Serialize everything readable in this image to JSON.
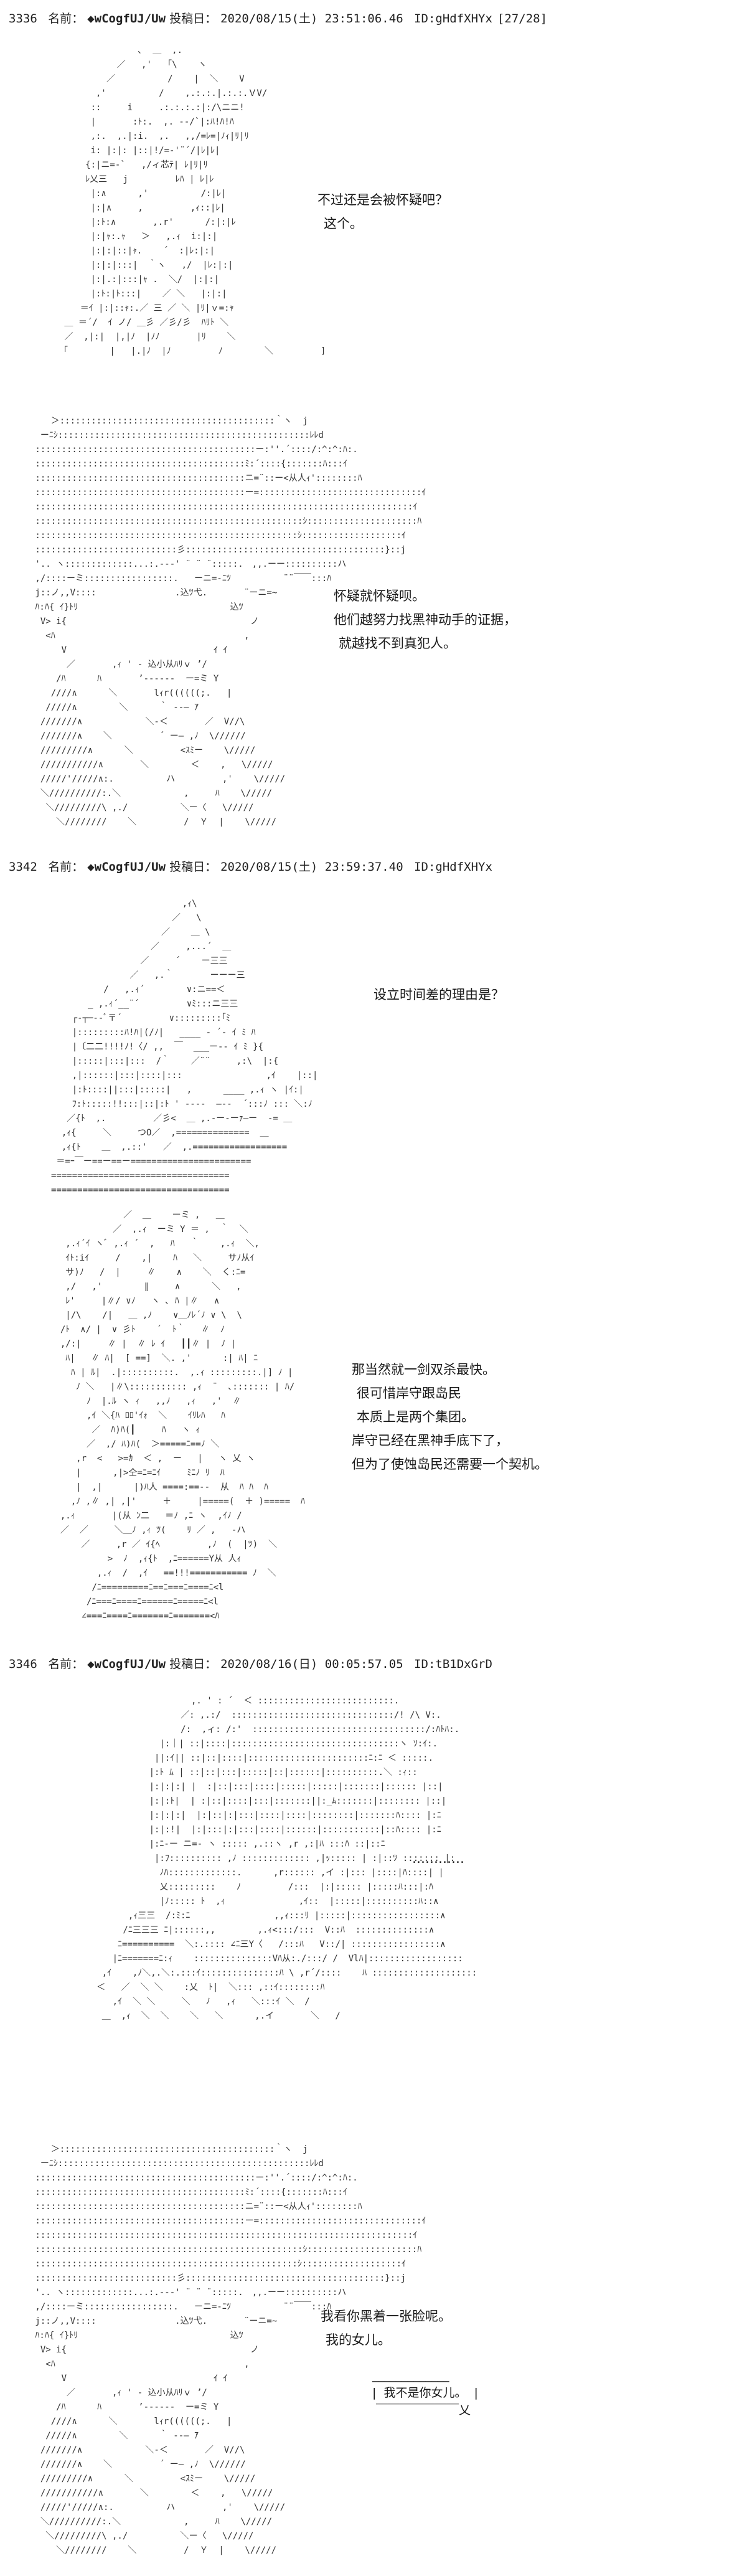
{
  "posts": [
    {
      "number": "3336",
      "name_label": "名前：",
      "name": "◆wCogfUJ/Uw",
      "date_label": "投稿日：",
      "date": "2020/08/15(土) 23:51:06.46",
      "id": "ID:gHdfXHYx",
      "counter": "[27/28]"
    },
    {
      "number": "3342",
      "name_label": "名前：",
      "name": "◆wCogfUJ/Uw",
      "date_label": "投稿日：",
      "date": "2020/08/15(土) 23:59:37.40",
      "id": "ID:gHdfXHYx",
      "counter": ""
    },
    {
      "number": "3346",
      "name_label": "名前：",
      "name": "◆wCogfUJ/Uw",
      "date_label": "投稿日：",
      "date": "2020/08/16(日) 00:05:57.05",
      "id": "ID:tB1DxGrD",
      "counter": ""
    }
  ],
  "dialogues": {
    "d1": [
      "不过还是会被怀疑吧？",
      "这个。"
    ],
    "d2": [
      "怀疑就怀疑呗。",
      "他们越努力找黑神动手的证据，",
      "就越找不到真犯人。"
    ],
    "d3": [
      "设立时间差的理由是？"
    ],
    "d4": [
      "那当然就一剑双杀最快。",
      "很可惜岸守跟岛民",
      "本质上是两个集团。",
      "岸守已经在黑神手底下了，",
      "但为了使蚀岛民还需要一个契机。"
    ],
    "d5": [
      "…………"
    ],
    "d6": [
      "我看你黑着一张脸呢。",
      "我的女儿。"
    ],
    "bubble": "_____________\n|  我不是你女儿。  |\n ￣￣￣￣￣￣￣乂"
  },
  "ascii_art": {
    "a1": "               ､  ＿  ,.\n           ／   ,'   ｢\\    ヽ\n         ／          /    |  ＼    V\n       ,'          /    ,.:.:.|.:.:.ＶV/\n      ::     i     .:.:.:.:|:/\\ニニ!\n      |       :ﾄ:.  ,. -‐/`|:ﾊ!ﾊ!ﾊ\n      ,:.  ,.|:i.  ,.   ,,/=ﾚ=|ﾉｨ|ﾘ|ﾘ\n      i: |:|: |::|!/=‐'¨´/|ﾚ|ﾚ|\n     {:|ニ=-`   ,/ィ芯ﾃ| ﾚ|ﾘ|ﾘ\n     ﾚ乂三   j         ﾚﾊ | ﾚ|ﾚ\n      |:∧      ,'          /:|ﾚ|\n      |:|∧     ,         ,ｨ::|ﾚ|\n      |:ﾄ:∧       ,.r'      /:|:|ﾚ\n      |:|ｬ:.ｬ   ＞   ,.ｨ  i:|:|\n      |:|:|::|ｬ.    ´  :|ﾚ:|:|\n      |:|:|:::|  ｀ヽ   ,/  |ﾚ:|:|\n      |:|.:|:::|ｬ .  ＼/  |:|:|\n      |:ﾄ:|ﾄ:::|    ／ ＼   |:|:|\n    ＝ｲ |:|::ｬ:.／ 三 ／ ＼ |ﾘ|ｖ=:ｬ\n ＿ ＝´/  ｲ ノ/ ＿彡 ／彡/彡  ﾊﾘﾄ ＼\n ／  ,|:|  |,|ﾉ  |ﾉﾉ       |ﾘ    ＼\n「        |   |.|ﾉ  |ﾉ         ﾉ        ＼         ]",
    "a2": "    ＞:::::::::::::::::::::::::::::::::::::::::｀ヽ  j\n  ーﾆｼ::::::::::::::::::::::::::::::::::::::::::::::::ﾚﾚd\n ::::::::::::::::::::::::::::::::::::::::::ー:''.´::::/:^:^:ﾊ:.\n ::::::::::::::::::::::::::::::::::::::::ﾐ:´::::{:::::::ﾊ:::ｲ\n ::::::::::::::::::::::::::::::::::::::::ニ=¨::ー<从人ｨ'::::::::ﾊ\n ::::::::::::::::::::::::::::::::::::::::ー=:::::::::::::::::::::::::::::::ｲ\n ::::::::::::::::::::::::::::::::::::::::::::::::::::::::::::::::::::::::ｲ\n :::::::::::::::::::::::::::::::::::::::::::::::::::ｼ:::::::::::::::::::::ﾊ\n ::::::::::::::::::::::::::::::::::::::::::::::::::ｼ:::::::::::::::::::ｲ\n :::::::::::::::::::::::::::彡::::::::::::::::::::::::::::::::::::::}::j\n '.. ヽ:::::::::::::...:.‐-‐' ¨ ¨ ¨:::::.　,,.ーー::::::::::ハ\n ,/::::ーミ:::::::::::::::::.   ーニ=-ﾆﾂ          ¨¨￣￣:::ﾊ\n j::ノ,,V::::               .込ﾂ弋.       ¨ーニ=~\n ﾊ:ﾊ{ ｲ}ﾄﾘ                             込ﾂ\n  V> i{                                   ノ\n   <ﾊ                                    ,\n      V                            ｲ ｲ\n       ／       ,ｨ ' ‐ 込小从ﾊﾘｖ ’/\n     /ﾊ      ﾊ       ’‐‐‐--‐  ー=ミ Y\n    ////∧      ＼       lｨr((((((;.   |\n   /////∧        ＼      ｀ ‐-― ｱ\n  ///////∧            ＼-＜       ／  V//\\\n  ///////∧    ＼         ´ ー― ,ﾉ  \\//////\n  /////////∧      ＼         <ｽﾐー    \\/////\n  ///////////∧       ＼        ＜    ,   \\/////\n  /////'/////∧:.          ハ         ,'    \\/////\n  ＼//////////:.＼            ,     ﾊ    \\/////\n   ＼/////////\\ ,./          ＼ー〈   \\/////\n     ＼////////    ＼         /  Ｙ  |    \\/////",
    "a3": "                         ,ｨ\\\n                       ／   \\\n                     ／    ＿ \\\n                   ／     ,...´  ＿\n                 ／     ´    ー三三\n               ／   ,.｀       ーーー三\n          /   ,.ｨ´        ∨:ニ==＜\n       _ ,.ｨ´__¨´         ∨ﾐ:::ニ三三\n    ┌‐┬─‐‐ﾟ〒´         ∨:::::::::｢ﾐ\n    |:::::::::ﾊ!ﾊ|(/ﾉ|   ____ ‐ ´‐ ｲ ﾐ ﾊ\n    |〔二二!!!!ﾉ!〈/ ,,  ￣  ___ー-- ｲ ﾐ }{\n    |:::::|:::|:::  /｀    ／¨¨     ,:\\  |:{\n    ,|::::::|:::|::::|:::                ,ｲ    |::|\n    |:ﾄ::::||:::|:::::|   ,      ____ ,.ｨ ヽ |ｲ:|\n    ﾌ:ﾄ:::::!!:::|::|:ﾄ ' ‐‐‐‐  ―--  ´:::ﾉ ::: ＼:ﾉ\n   ／{ﾄ  ,.         ／彡<  ＿ ,.-ー-ーｧ―ー  -= ＿\n  ,ｨ{     ＼     つO／  ,==============  ＿\n  ,ｨ{ﾄ    ＿  ,.::'   ／  ,.==================\n ＝=ｰ￣ー==ー==ー=======================\n==================================\n==================================",
    "a4": "              ／  ＿    ーミ ,   ＿\n            ／  ,.ｨ  ーミ Y ＝ ,  ｀  ＼\n   ,.ｨ´ｲ ヽﾞ ,.ｨ ´  ,   ﾊ   ｀    ,.ｨ  ＼,\n   ｲﾄ:iｲ     /    ,|    ﾊ   ＼     サﾉ从ｲ\n   サ)ﾉ   /  |     ∥    ∧    ＼  く:ﾆ=\n   ,/   ,'        ∥     ∧      ＼   ,\n   ﾚ'     |∥/ ∨ﾉ   ヽ ､ ﾊ |∥   ∧\n   |/\\    /|   ＿ ,ﾉ    ∨＿ﾉﾚ´ﾉ ∨ \\  \\\n  /ﾄ  ∧/ |  ∨ 彡ﾄ    ´  ﾄ｀   ∥  ﾉ\n  ,/:|     ∥ |  ∥ ﾚ ｲ   ┃┃∥ |  ﾉ |\n   ﾊ|   ∥ ﾊ|  [ ==]  ＼. ,'      :| ﾊ| ﾆ\n    ﾊ | ﾙ|  .|::::::::::.  ,.ｨ :::::::::.|] ﾉ |\n     ﾉ ＼   |∥\\::::::::::: ,ｨ  ¨  ､::::::: | ﾊ/\n       ﾉ  |.ﾙ ヽ ｨ   ,,ﾉ   ,ｨ   ,'  ∥\n       ,ｲ ＼{ﾊ ﾛﾛ'ｲｫ  ＼    ｲﾘﾚﾊ   ﾊ\n        ／  ﾊ)ﾊ(┃     ﾊ   ヽ ｨ\n       ／  ,/ ﾊ)ﾊ(  ＞=====ﾆ==ﾉ ＼\n     ,r  <   >=ｶ  ＜ ,  ー   |   ヽ 乂 ヽ\n     |      ,|>仝=ﾆ=ﾆｲ     ﾐﾆﾉ ﾘ  ﾊ\n     |  ,|      |)ﾊ人 ====:==--  从  ﾊ ﾊ  ﾊ\n    ,ﾉ ,∥ ,| ,|'     ＋     |=====(  ＋ )=====  ﾊ\n  ,.ｨ       |(从 ﾝ二   ＝ﾉ ,ﾆ ヽ  ,ｲﾉ /\n  ／  ／     ＼＿ﾉ ,ｨ ﾂ(    ﾘ ／ ,   ‐ハ\n      ／     ,r ／ ｲ{ﾍ         ,ﾉ  (  |ﾂ)  ＼\n           >  ﾉ  ,ｨ{ﾄ  ,ﾆ======Y从 人ｨ\n         ,.ｨ  /  ,ｲ   ==!!!=========== ﾉ  ＼\n        /ﾆ=========ﾆ==ﾆ===ﾆ====ﾆ<l\n       /ﾆ===ﾆ====ﾆ======ﾆ=====ﾆ<l\n      ∠===ﾆ====ﾆ=======ﾆ=======<ﾊ",
    "a5": "                     ,. ' : ´  ＜ ::::::::::::::::::::::::::.\n                   ／: ,.:/  :::::::::::::::::::::::::::::::/! /\\ V:.\n                   /:  ,ィ: /:'  :::::::::::::::::::::::::::::::::/:ﾊﾄﾊ:.\n               |:｜| ::|::::|::::::::::::::::::::::::::::::::ヽ ｿ:ｲ:.\n              ||:ｲ|| ::|::|::::|:::::::::::::::::::::::ﾆ:ﾆ ＜ :::::.\n             |:ﾄ ﾑ | ::|::|:::|:::::|::|::::::|::::::::::.＼ :ｨ::\n             |:|:|:| |  :|::|:::|::::|:::::|:::::|:::::::|:::::: |::|\n             |:|:ﾄ|  | :|::|::::|:::|:::::::||:_ﾑ:::::::|:::::::: |::|\n             |:|:|:|  |:|::|:|:::|::::|::::|::::::::|:::::::ﾊ:::: |:ﾆ\n             |:|:!|  |:|:::|:|:::|::::|::::::|:::::::::::|::ﾊ:::: |:ﾆ\n             |:ﾆ‐ー ニ=‐ ヽ ::::: ,.::ヽ ,r ,:|ﾊ :::ﾊ ::|::ﾆ\n              |:ﾌ:::::::::: ,ﾉ ::::::::::::: ,|ｯ::::: | :|::ﾂ ::::::: |:\n               ﾉﾊ:::::::::::::.      ,r:::::: ,イ :|::: |::::|ﾊ::::| |\n               乂:::::::::    ﾉ         /:::  |:|::::: |:::::ﾊ:::|:ﾊ\n               |ﾉ::::: ﾄ  ,ｨ              ,ｲ::  |:::::|::::::::::ﾊ::∧\n         ,ｨ三三  /:ﾐ:ﾆ                ,,ｨ:::ﾘ |:::::|:::::::::::::::::∧\n        /ﾆ三三三 ﾆ|::::::,,        ,.ｨ<:::/:::  V::ﾊ  ::::::::::::::∧\n       ﾆ==========  ＼:.:::: ∠ﾆ三Y〈   /:::ﾊ   V::/| :::::::::::::::::∧\n      |ﾆ=======ﾆ:ｨ    :::::::::::::::Vﾊ从:./:::/ /  Vlﾊ|::::::::::::::::::\n    ,ｲ    ,ﾉ＼,.＼:.:::ｲ:::::::::::::::ﾊ \\ ,r´/::::    ﾊ ::::::::::::::::::::\n   ＜   ／  ＼ ＼    :乂  ﾄ|  ＼::: ,::ｲ::::::::ﾊ\n      ,ｲ  ＼ ＼     ＼   ﾉ   ,ｨ   ＼:::ｲ ＼  /\n    ＿  ,ｨ  ＼  ＼    ＼   ＼      ,.イ       ＼   /"
  }
}
